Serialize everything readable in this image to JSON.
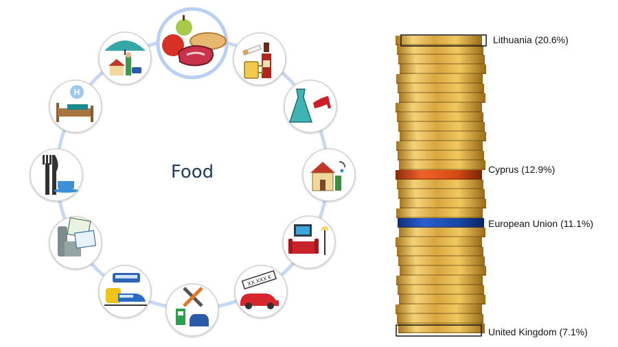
{
  "selected_category": "Food",
  "categories": [
    {
      "name": "Food",
      "icon": "food-icon"
    },
    {
      "name": "Alcohol and tobacco",
      "icon": "alcohol-tobacco-icon"
    },
    {
      "name": "Clothing and footwear",
      "icon": "clothing-icon"
    },
    {
      "name": "Housing and utilities",
      "icon": "housing-icon"
    },
    {
      "name": "Household furnishings",
      "icon": "furnishings-icon"
    },
    {
      "name": "Transport purchase",
      "icon": "car-price-tag-icon"
    },
    {
      "name": "Operation of transport",
      "icon": "fuel-repair-icon"
    },
    {
      "name": "Transport services",
      "icon": "bus-train-icon"
    },
    {
      "name": "Communication",
      "icon": "phone-mail-icon"
    },
    {
      "name": "Restaurants",
      "icon": "cutlery-cup-icon"
    },
    {
      "name": "Hotels",
      "icon": "hotel-bed-icon"
    },
    {
      "name": "Insurance",
      "icon": "umbrella-house-icon"
    }
  ],
  "stack": {
    "labels": [
      {
        "id": "lt",
        "text": "Lithuania (20.6%)",
        "value": 20.6
      },
      {
        "id": "cy",
        "text": "Cyprus (12.9%)",
        "value": 12.9
      },
      {
        "id": "eu",
        "text": "European Union (11.1%)",
        "value": 11.1
      },
      {
        "id": "uk",
        "text": "United Kingdom (7.1%)",
        "value": 7.1
      }
    ],
    "colors": {
      "coin": "#d8a33a",
      "cyprus": "#d2521c",
      "eu": "#1a47a8"
    }
  }
}
